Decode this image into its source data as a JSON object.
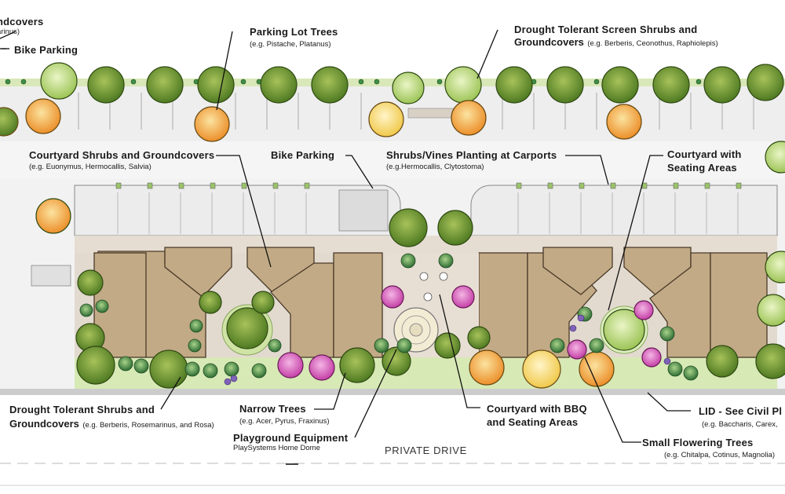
{
  "labels": {
    "groundcovers_tl": {
      "title": "ndcovers",
      "sub": "arinus)"
    },
    "bike_parking_top": {
      "title": "Bike Parking"
    },
    "parking_lot_trees": {
      "title": "Parking Lot Trees",
      "sub": "(e.g. Pistache, Platanus)"
    },
    "screen_shrubs": {
      "title1": "Drought Tolerant Screen Shrubs and",
      "title2": "Groundcovers",
      "sub": "(e.g. Berberis, Ceonothus, Raphiolepis)"
    },
    "courtyard_shrubs": {
      "title": "Courtyard Shrubs and Groundcovers",
      "sub": "(e.g.  Euonymus, Hermocallis, Salvia)"
    },
    "bike_parking_mid": {
      "title": "Bike Parking"
    },
    "carport_vines": {
      "title": "Shrubs/Vines Planting at Carports",
      "sub": "(e.g.Hermocallis, Clytostoma)"
    },
    "courtyard_seating": {
      "title1": "Courtyard with",
      "title2": "Seating Areas"
    },
    "drought_shrubs": {
      "title1": "Drought Tolerant Shrubs and",
      "title2": "Groundcovers",
      "sub": "(e.g. Berberis, Rosemarinus, and Rosa)"
    },
    "narrow_trees": {
      "title": "Narrow Trees",
      "sub": "(e.g. Acer, Pyrus, Fraxinus)"
    },
    "playground": {
      "title": "Playground Equipment",
      "sub": "PlaySystems Home Dome"
    },
    "courtyard_bbq": {
      "title1": "Courtyard with BBQ",
      "title2": "and Seating Areas"
    },
    "lid": {
      "title": "LID - See Civil Pl",
      "sub": "(e.g. Baccharis, Carex,"
    },
    "small_flowering": {
      "title": "Small Flowering Trees",
      "sub": "(e.g. Chitalpa, Cotinus, Magnolia)"
    },
    "private_drive": "PRIVATE DRIVE"
  },
  "colors": {
    "building": "#c2aa86",
    "paving": "#e3dcd3",
    "lawn": "#cbe3a0",
    "parking": "#e8e8e8",
    "tree_dark": "#6f8f2e",
    "tree_light": "#b9d97a",
    "tree_orange": "#f0a23a",
    "tree_yellow": "#f4d06a",
    "tree_magenta": "#d659b8",
    "shrub": "#4e8a4a"
  }
}
